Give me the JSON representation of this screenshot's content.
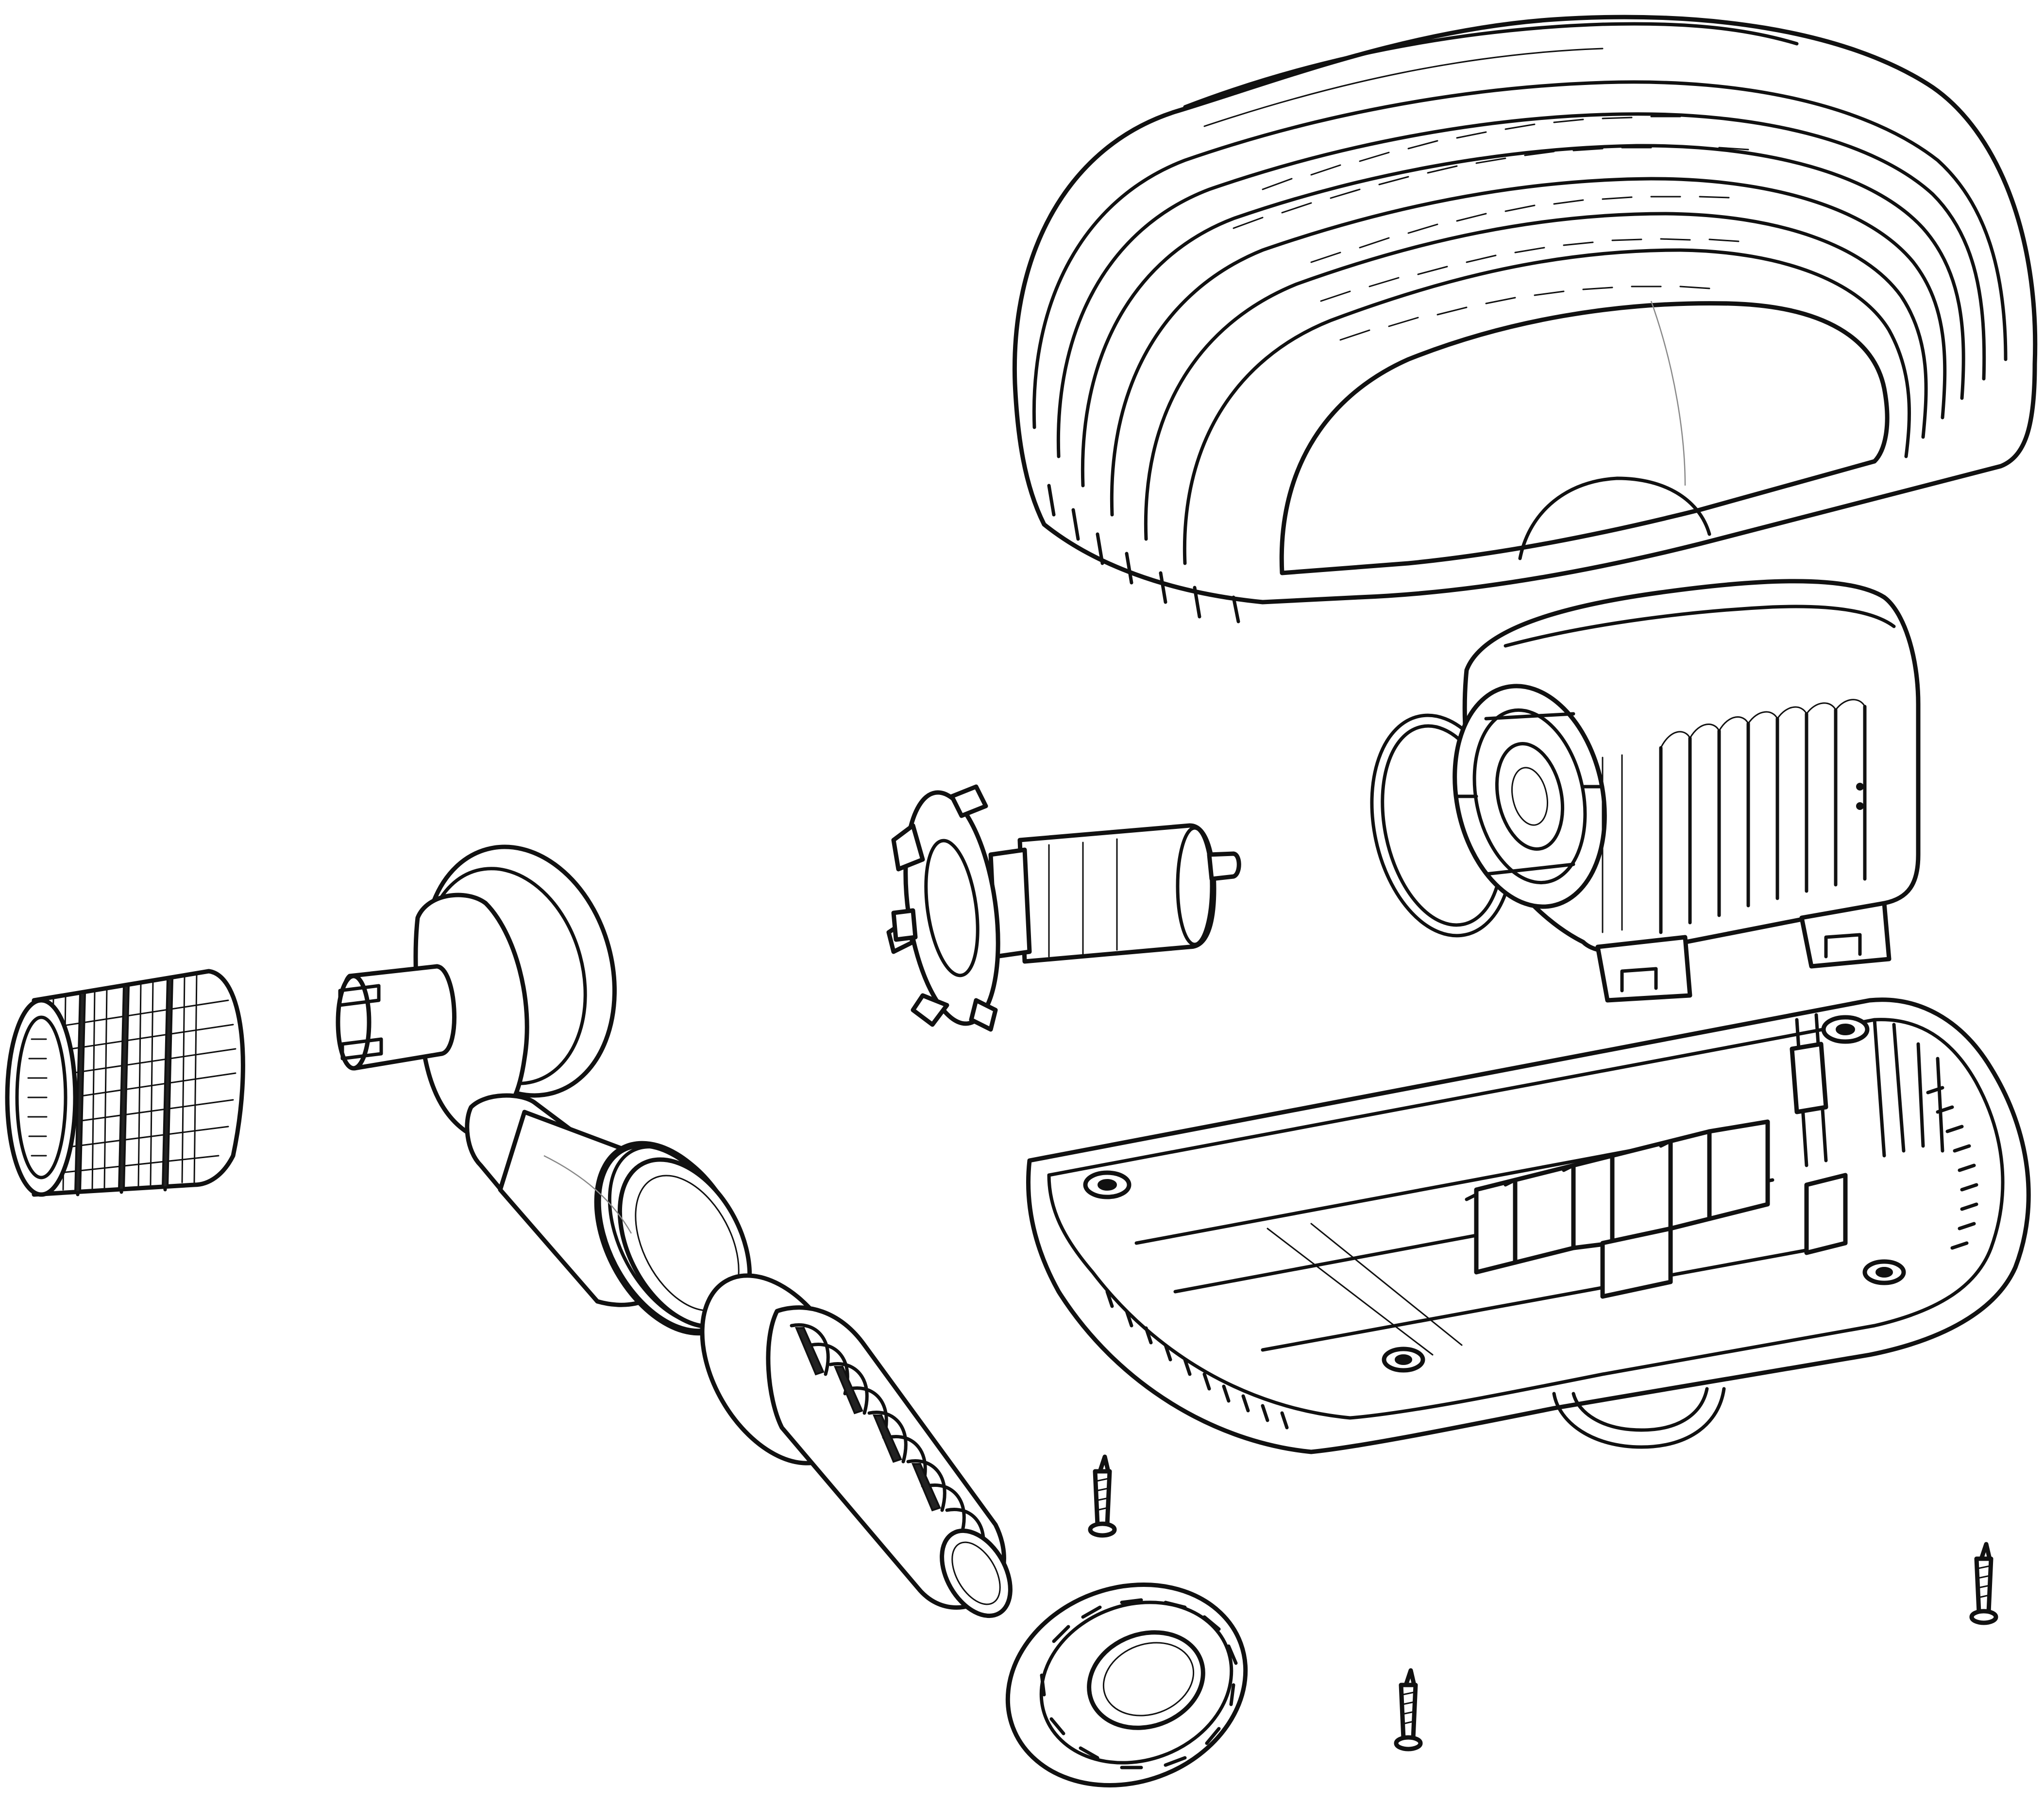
{
  "diagram": {
    "type": "exploded-view",
    "colors": {
      "line": "#111111",
      "fill": "#ffffff",
      "hidden_line": "#888888"
    },
    "parts": [
      {
        "name": "top-housing-cover",
        "icon": "ribbed-dome-cover"
      },
      {
        "name": "motor-unit",
        "icon": "motor-block"
      },
      {
        "name": "o-ring-seal",
        "icon": "ring"
      },
      {
        "name": "impeller-rotor",
        "icon": "impeller"
      },
      {
        "name": "pump-chamber",
        "icon": "volute-housing"
      },
      {
        "name": "intake-strainer",
        "icon": "cylindrical-filter"
      },
      {
        "name": "stepped-hose-tail",
        "icon": "ribbed-hose-connector"
      },
      {
        "name": "union-nut",
        "icon": "threaded-ring-nut"
      },
      {
        "name": "base-tray",
        "icon": "open-base-housing"
      },
      {
        "name": "screw",
        "icon": "screw",
        "count": 3
      }
    ]
  }
}
